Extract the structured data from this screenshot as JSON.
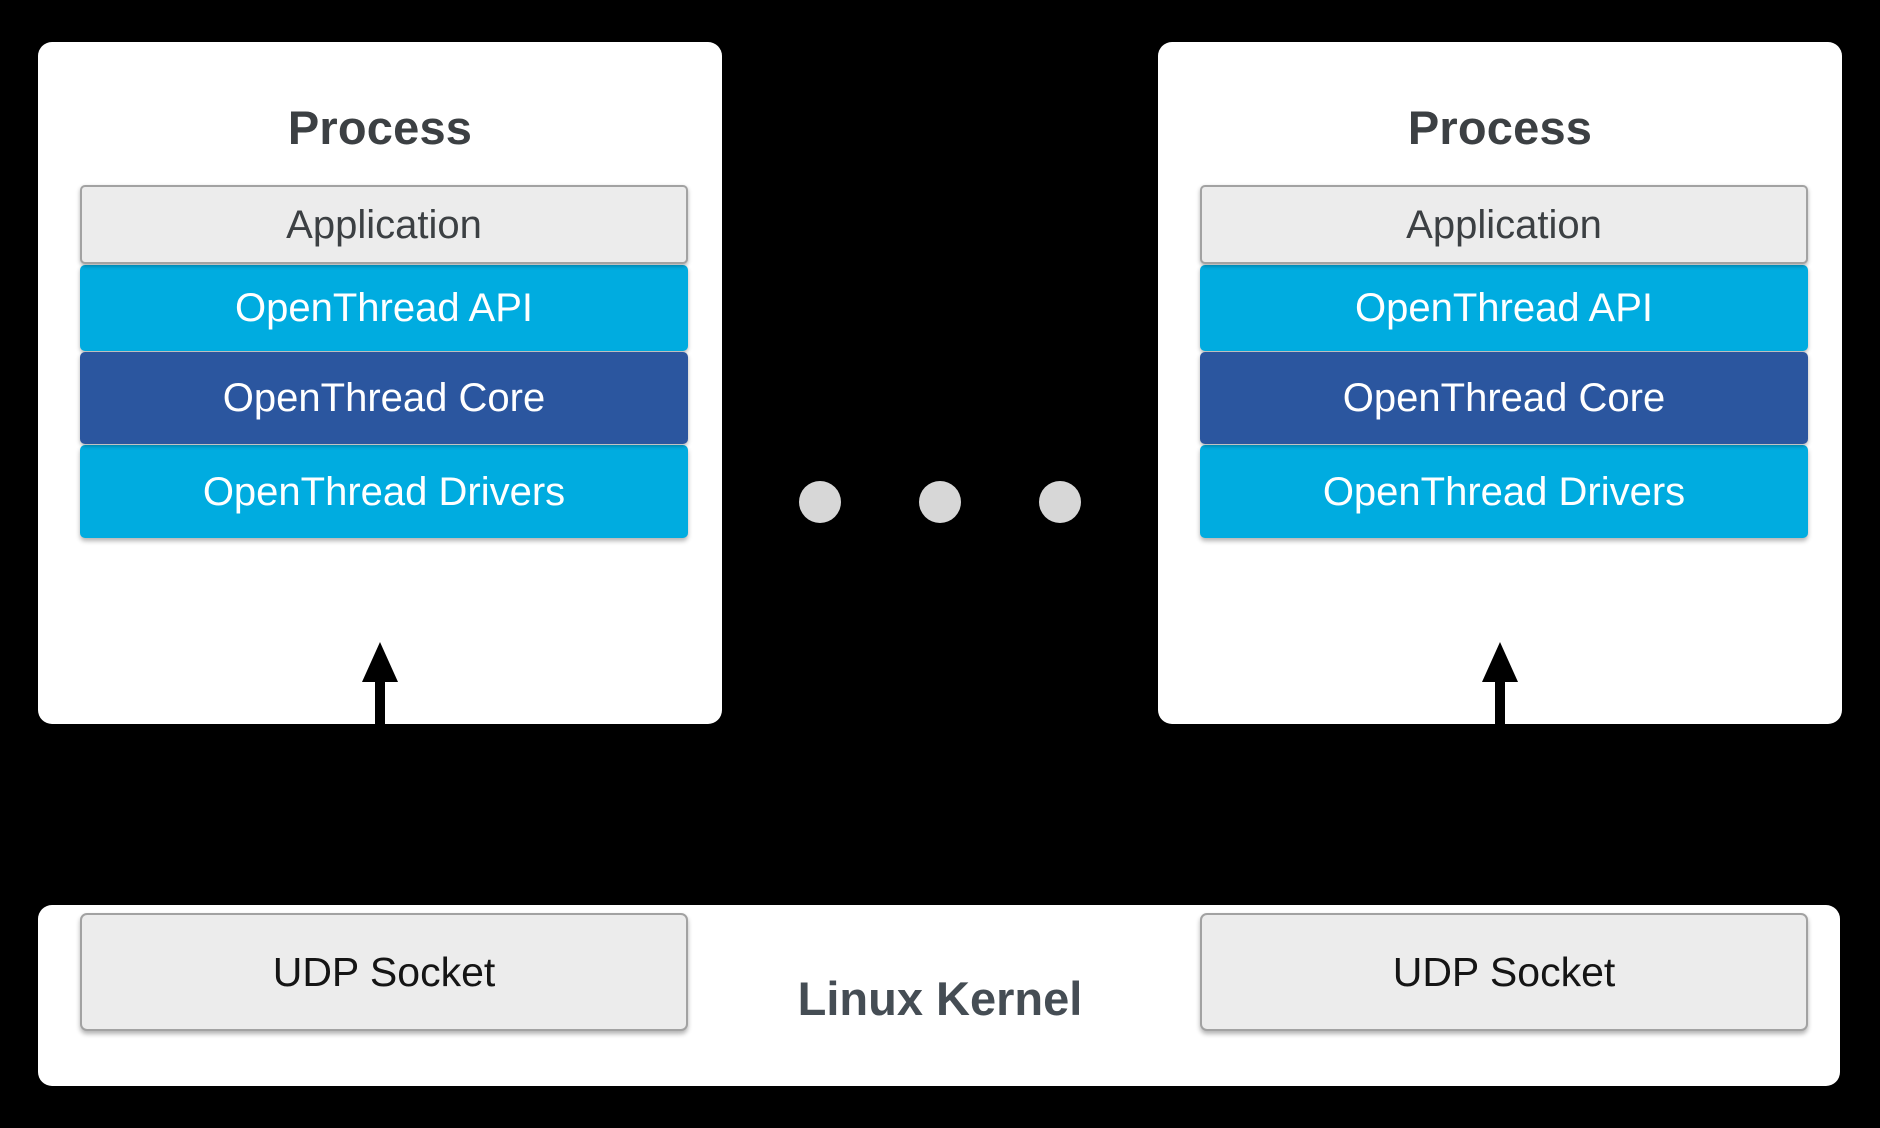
{
  "diagram": {
    "title": "OpenThread multiple-process architecture over Linux Kernel UDP sockets",
    "background_color": "#000000",
    "colors": {
      "panel": "#ffffff",
      "application_fill": "#ececec",
      "application_border": "#a2a2a2",
      "api_fill": "#00ace0",
      "core_fill": "#2b569f",
      "drivers_fill": "#00ace0",
      "title_text": "#3c4043",
      "kernel_text": "#454d54",
      "dot": "#d7d7d7",
      "arrow": "#000000"
    }
  },
  "processes": [
    {
      "title": "Process",
      "layers": [
        {
          "label": "Application",
          "name": "application"
        },
        {
          "label": "OpenThread API",
          "name": "api"
        },
        {
          "label": "OpenThread Core",
          "name": "core"
        },
        {
          "label": "OpenThread Drivers",
          "name": "drivers"
        }
      ]
    },
    {
      "title": "Process",
      "layers": [
        {
          "label": "Application",
          "name": "application"
        },
        {
          "label": "OpenThread API",
          "name": "api"
        },
        {
          "label": "OpenThread Core",
          "name": "core"
        },
        {
          "label": "OpenThread Drivers",
          "name": "drivers"
        }
      ]
    }
  ],
  "ellipsis": {
    "icon": "horizontal-ellipsis-icon",
    "count": 3
  },
  "kernel": {
    "title": "Linux Kernel",
    "sockets": [
      {
        "label": "UDP Socket"
      },
      {
        "label": "UDP Socket"
      }
    ]
  },
  "connectors": [
    {
      "name": "udp-socket-to-drivers-arrow-left",
      "icon": "arrow-up-icon"
    },
    {
      "name": "udp-socket-to-drivers-arrow-right",
      "icon": "arrow-up-icon"
    }
  ]
}
